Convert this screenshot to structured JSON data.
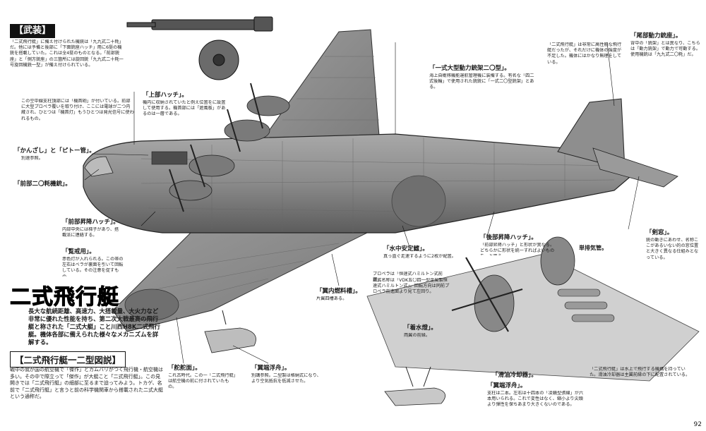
{
  "page_number": "92",
  "title": "二式飛行艇",
  "intro": "長大な航続距離、高速力、大搭載量、大火力など非常に優れた性能を持ち、第二次大戦最高の飛行艇と称された「二式大艇」こと川西H8K二式飛行艇。機体各部に備えられた様々なメカニズムを詳解する。",
  "subtitle": "【二式飛行艇一二型図説】",
  "armament": {
    "header": "【武装】",
    "text": "「二式飛行艇」に備え付けられた機銃は「九九式二十粍」だ。他には予備と後部に「下面銃座ハッチ」用に6挺の機銃を搭載していた。これは全4挺のものとなる。「前部銃座」と「側方銃座」の三箇所には旋回銃「九九式二十粍一号旋回機銃一型」が備え付けられている。"
  },
  "center_text": "この空中線支柱頂部には「機首砲」が付いている。前部に大型プロペラ覆いを取り付け、ここには電球が二つ内蔵され、ひとつは「機首灯」もうひとつは発光信号に使われるもの。",
  "labels": {
    "upper_hatch": "「上部ハッチ」。",
    "upper_hatch_text": "機内に収納されていたと例え位置をに設置して使用する。機首部には「遮風板」があるのは一層である。",
    "kanzashi": "「かんざし」と「ピトー管」。",
    "kanzashi_text": "別速参照。",
    "front_turret": "「前部二〇粍機銃」。",
    "front_hatch": "「前部昇降ハッチ」。",
    "front_hatch_text": "内部中央には梯子があり、搭載派に連絡する。",
    "lookout": "「覧戒用」。",
    "lookout_text": "赤色灯が入れられる。この帯の左右はベラが裏面を引いて回転している。その注意を促すもの。",
    "fuel_tank": "「翼内燃料槽」。",
    "fuel_tank_text": "片翼四槽ある。",
    "anti_roll": "「水中安定鰭」。",
    "anti_roll_text": "真っ直ぐ走速するように2枚が配置。",
    "rear_hatch": "「後部昇降ハッチ」。",
    "rear_hatch_text": "「前部昇降ハッチ」と形状が異なる。どちらかに形状を統一すればよいものを一と思う。",
    "engine_title": "「一式大型動力銃架二〇型」。",
    "engine_text": "海上自衛隊機能運航管理機に装備する。有名な「四二式後輪」で使用された銃銃に「一式二〇型銃架」とある。",
    "tail_turret": "「尾部動力銃座」。",
    "tail_turret_text": "背中の「銃架」とは異なり、こちらは「動力銃架」で動力で可動する。使用機銃は「九九式二〇粍」だ。",
    "rear_window": "「剣窓」。",
    "rear_window_text": "銃の動きにあわせ、名称ここがあるいない的の窓位置と大きく異なる仕組みとなっている。",
    "float": "「翼端浮舟」。",
    "float_text": "別講参照。二型製は格納式になり、より空気抵抗を低減させた。",
    "rudder": "「舵舵面」。",
    "rudder_text": "これ古時代。この一「二式飛行艇」は航空機の前に付されていたもの。",
    "water_rudder": "「着水燈」。",
    "water_rudder_text": "両翼の前縁。",
    "flap": "「滑油冷却器」。",
    "wing_float": "「翼端浮舟」。",
    "wing_float_text": "支柱は二本。左右は十四本の「凌鏡型張線」が六本用いられる。これで変性はなく、縮小より尖頭より弾性を保ちあまり大きくないのである。",
    "propeller": "プロペラは「恒速式ハミルトン式前鋼」。",
    "propeller_text": "正式名称は「VDK五〇四一型金属製恒速式ハミルトン式」。回転方向は同前プロペラ前進面より見て左回り。",
    "exhaust": "単排気管。",
    "wing_text": "「二式飛行艇」は非常に高性能な飛行艇だったが、それだけに機体の強度が不足した。機体にはかなり無理をしている。",
    "flap_text": "「二式飛行艇」は水上で飛行する機構を持っていた。滑油冷却器は主翼前縁の下に配置されている。"
  },
  "history": "戦中の我が国の航空機で「傑作」とカムバリがつく飛行機・航空機は多い。その中で際立って「傑作」が大艇こと「二式飛行艇」。この見開きでは「二式飛行艇」の細部に至るまで迫ってみよう。トカゲ、名前で「二式飛行艇」と言うと前の科学機関車から搭載された二式大艇という通称だ。",
  "colors": {
    "plane_body": "#8d8d8d",
    "plane_dark": "#5e5e5e",
    "hinomaru": "#6f6f6f",
    "header_bg": "#111111"
  }
}
